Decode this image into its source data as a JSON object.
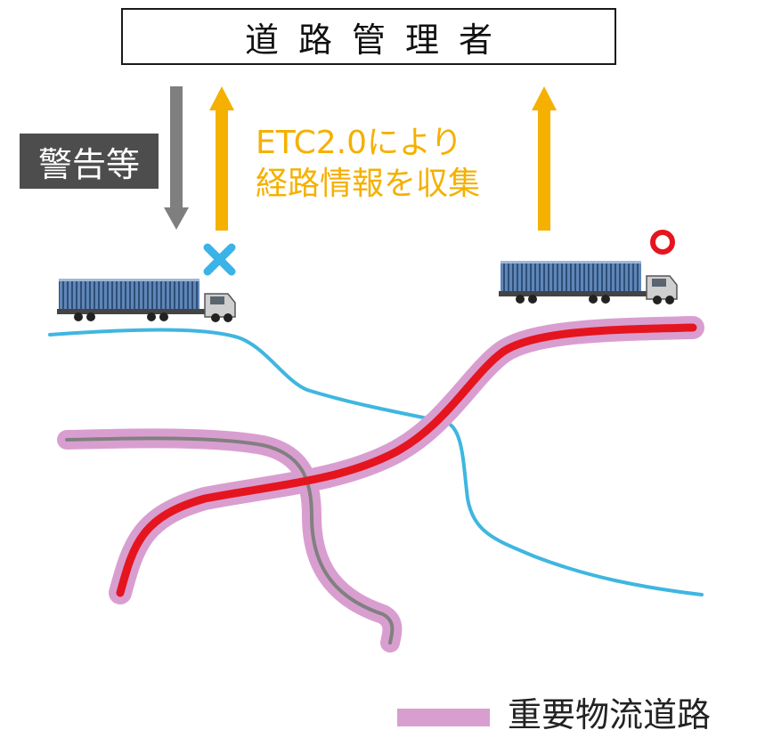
{
  "header": {
    "title": "道路管理者"
  },
  "warning": {
    "label": "警告等"
  },
  "collection_note": {
    "line1": "ETC2.0により",
    "line2": "経路情報を収集"
  },
  "symbols": {
    "bad": "×",
    "good": "○"
  },
  "legend": {
    "label": "重要物流道路",
    "swatch_color": "#d99ed0"
  },
  "colors": {
    "down_arrow": "#7f7f7f",
    "up_arrow": "#f5b000",
    "cross_mark": "#3ab3e6",
    "circle_mark": "#e4151f",
    "route_highlight": "#e4151f",
    "road_line": "#808080",
    "river_line": "#3fb6e0",
    "truck_container": "#4f77a8"
  }
}
